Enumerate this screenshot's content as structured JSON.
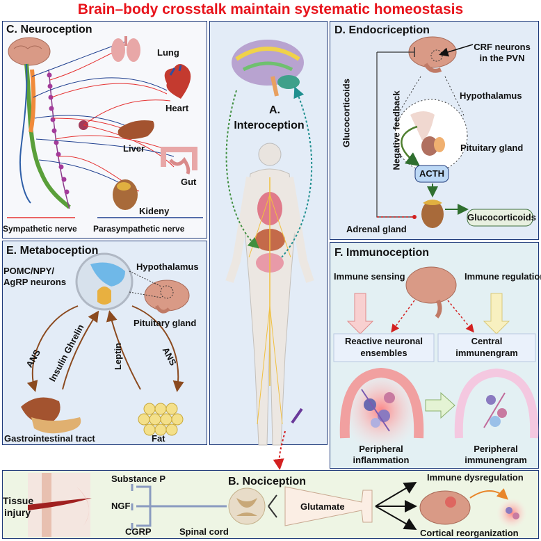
{
  "title": "Brain–body crosstalk maintain systematic homeostasis",
  "colors": {
    "title_red": "#e8131b",
    "panel_border": "#1f3a7a",
    "panel_bg_light": "#f7f8fb",
    "panel_bg_blue": "#e3ecf7",
    "panel_bg_teal": "#e3f0f3",
    "panel_bg_green": "#eef5e4",
    "sympathetic_red": "#e53232",
    "parasympathetic_blue": "#1f3f8f",
    "ans_brown": "#8b4a1f",
    "acth_blue": "#bcd8f5"
  },
  "neuroception": {
    "title": "C. Neuroception",
    "organs": [
      "Lung",
      "Heart",
      "Liver",
      "Gut",
      "Kideny"
    ],
    "legend_sympathetic": "Sympathetic nerve",
    "legend_parasympathetic": "Parasympathetic nerve"
  },
  "interoception": {
    "title_line1": "A.",
    "title_line2": "Interoception"
  },
  "endocriception": {
    "title": "D. Endocriception",
    "crf_line1": "CRF neurons",
    "crf_line2": "in the PVN",
    "hypothalamus": "Hypothalamus",
    "pituitary": "Pituitary gland",
    "acth": "ACTH",
    "glucocorticoids_box": "Glucocorticoids",
    "glucocorticoids_vertical": "Glucocorticoids",
    "negative_feedback": "Negative feedback",
    "adrenal": "Adrenal gland"
  },
  "metaboception": {
    "title": "E. Metaboception",
    "neurons_line1": "POMC/NPY/",
    "neurons_line2": "AgRP neurons",
    "hypothalamus": "Hypothalamus",
    "pituitary": "Pituitary gland",
    "ans_left": "ANS",
    "ans_right": "ANS",
    "insulin_ghrelin": "Insulin Ghrelin",
    "leptin": "Leptin",
    "gi_tract": "Gastrointestinal tract",
    "fat": "Fat"
  },
  "immunoception": {
    "title": "F. Immunoception",
    "immune_sensing": "Immune sensing",
    "immune_regulation": "Immune regulation",
    "reactive_line1": "Reactive neuronal",
    "reactive_line2": "ensembles",
    "central_line1": "Central",
    "central_line2": "immunengram",
    "peripheral_inflammation_line1": "Peripheral",
    "peripheral_inflammation_line2": "inflammation",
    "peripheral_immunengram_line1": "Peripheral",
    "peripheral_immunengram_line2": "immunengram"
  },
  "nociception": {
    "title": "B. Nociception",
    "tissue_line1": "Tissue",
    "tissue_line2": "injury",
    "substance_p": "Substance P",
    "ngf": "NGF",
    "cgrp": "CGRP",
    "spinal_cord": "Spinal cord",
    "glutamate": "Glutamate",
    "immune_dysregulation": "Immune dysregulation",
    "cortical_reorganization": "Cortical reorganization"
  }
}
